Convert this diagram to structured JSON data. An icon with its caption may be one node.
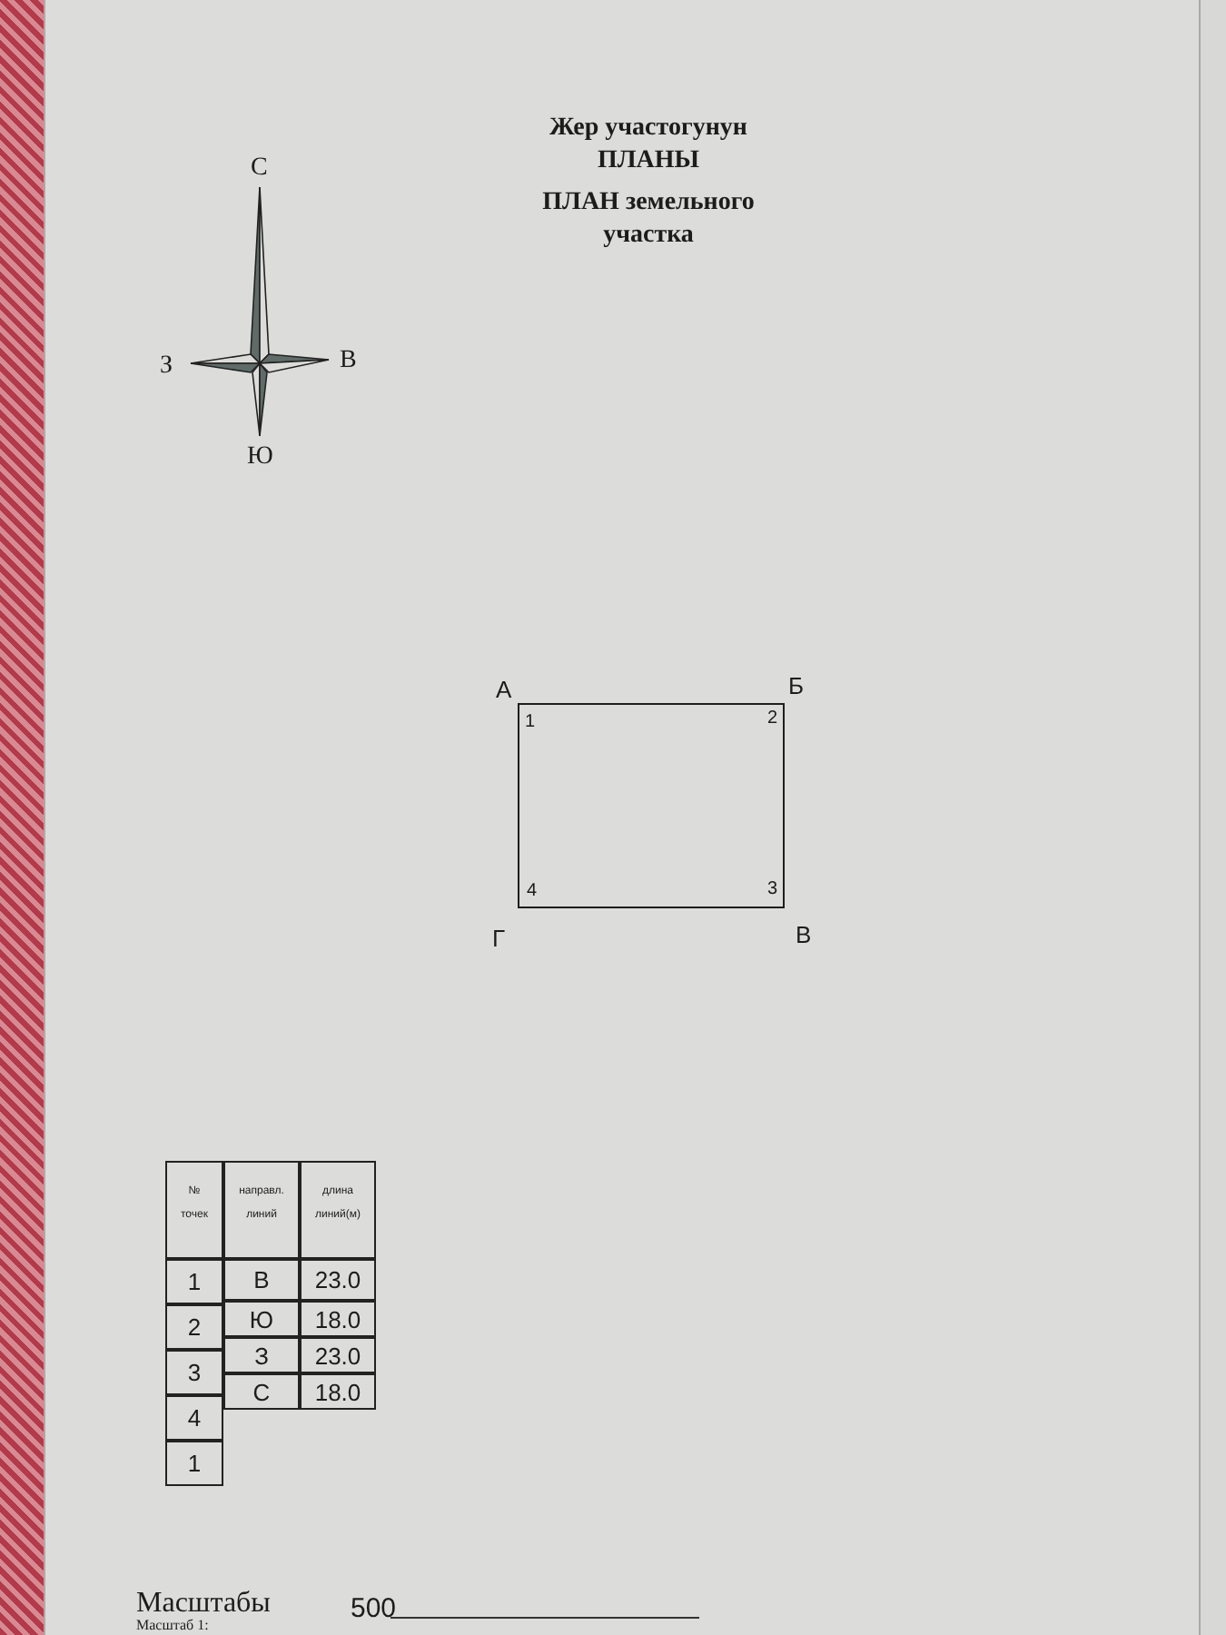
{
  "diagram": {
    "title": "Жер участогунун ПЛАНЫ",
    "nodes": [
      {
        "text": [
          "1",
          "2",
          "3",
          "4"
        ],
        "beside": [
          "А",
          "Б",
          "В",
          "Г"
        ]
      }
    ],
    "labels": [
      "ПЛАН земельного участка",
      "С",
      "З",
      "В",
      "Ю",
      "№ точек",
      "направл. линий",
      "длина линий(м)",
      "1",
      "В",
      "23.0",
      "2",
      "Ю",
      "18.0",
      "3",
      "З",
      "23.0",
      "4",
      "С",
      "18.0",
      "1",
      "Масштабы",
      "Масштаб 1:",
      "500"
    ]
  }
}
